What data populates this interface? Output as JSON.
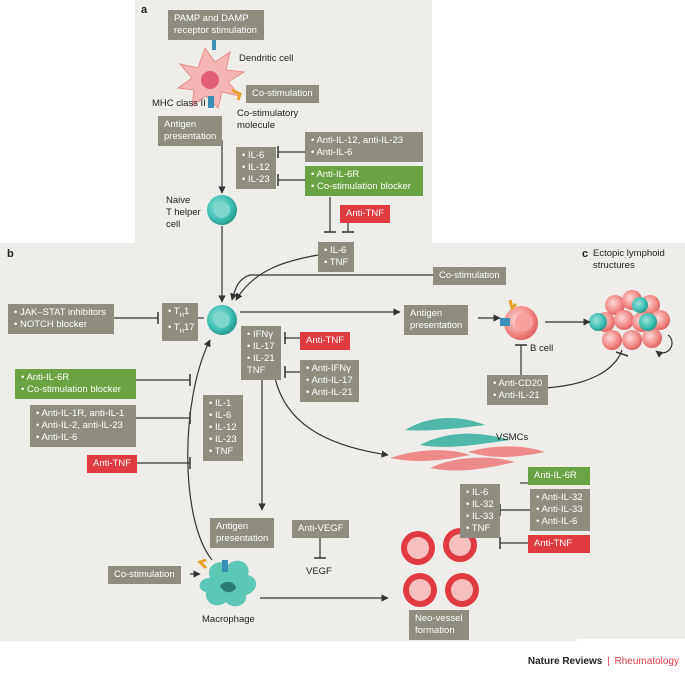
{
  "panels": {
    "a": "a",
    "b": "b",
    "c": "c"
  },
  "a": {
    "pamp": [
      "PAMP and DAMP",
      "receptor stimulation"
    ],
    "dendritic_cell": "Dendritic cell",
    "costim": "Co-stimulation",
    "mhc": "MHC class II",
    "costim_molecule": [
      "Co-stimulatory",
      "molecule"
    ],
    "antigen_presentation": [
      "Antigen",
      "presentation"
    ],
    "cytokines": [
      "• IL-6",
      "• IL-12",
      "• IL-23"
    ],
    "grey_inhib": [
      "• Anti-IL-12, anti-IL-23",
      "• Anti-IL-6"
    ],
    "green_inhib": [
      "• Anti-IL-6R",
      "• Co-stimulation blocker"
    ],
    "anti_tnf": "Anti-TNF",
    "il6_tnf": [
      "• IL-6",
      "• TNF"
    ],
    "naive": [
      "Naive",
      "T helper",
      "cell"
    ]
  },
  "b": {
    "jak": [
      "• JAK–STAT inhibitors",
      "• NOTCH blocker"
    ],
    "th": [
      "• T",
      "H",
      "1",
      "• T",
      "H",
      "17"
    ],
    "effector_cytokines": [
      "• IFNγ",
      "• IL-17",
      "• IL-21",
      "TNF"
    ],
    "anti_tnf_1": "Anti-TNF",
    "ifn_inhib": [
      "• Anti-IFNγ",
      "• Anti-IL-17",
      "• Anti-IL-21"
    ],
    "costim": "Co-stimulation",
    "antigen_presentation": [
      "Antigen",
      "presentation"
    ],
    "b_cell": "B cell",
    "anti_cd20": [
      "• Anti-CD20",
      "• Anti-IL-21"
    ],
    "green_inhib": [
      "• Anti-IL-6R",
      "• Co-stimulation blocker"
    ],
    "grey_inhib2": [
      "• Anti-IL-1R, anti-IL-1",
      "• Anti-IL-2, anti-IL-23",
      "• Anti-IL-6"
    ],
    "anti_tnf_2": "Anti-TNF",
    "macro_cytokines": [
      "• IL-1",
      "• IL-6",
      "• IL-12",
      "• IL-23",
      "• TNF"
    ],
    "macro_antigen": [
      "Antigen",
      "presentation"
    ],
    "anti_vegf": "Anti-VEGF",
    "vegf": "VEGF",
    "macro_costim": "Co-stimulation",
    "macrophage": "Macrophage",
    "vsmcs": "VSMCs",
    "anti_il6r": "Anti-IL-6R",
    "vsmc_cytokines": [
      "• IL-6",
      "• IL-32",
      "• IL-33",
      "• TNF"
    ],
    "vsmc_inhib": [
      "• Anti-IL-32",
      "• Anti-IL-33",
      "• Anti-IL-6"
    ],
    "anti_tnf_3": "Anti-TNF",
    "neovessel": [
      "Neo-vessel",
      "formation"
    ]
  },
  "c": {
    "title": [
      "Ectopic lymphoid",
      "structures"
    ]
  },
  "footer": {
    "brand": "Nature Reviews",
    "sep": "|",
    "journal": "Rheumatology"
  },
  "colors": {
    "panel": "#eeede9",
    "grey": "#8e8d80",
    "green": "#6aa343",
    "red": "#e03b41",
    "teal": "#3dbfb1",
    "pink": "#ee7b7b"
  }
}
